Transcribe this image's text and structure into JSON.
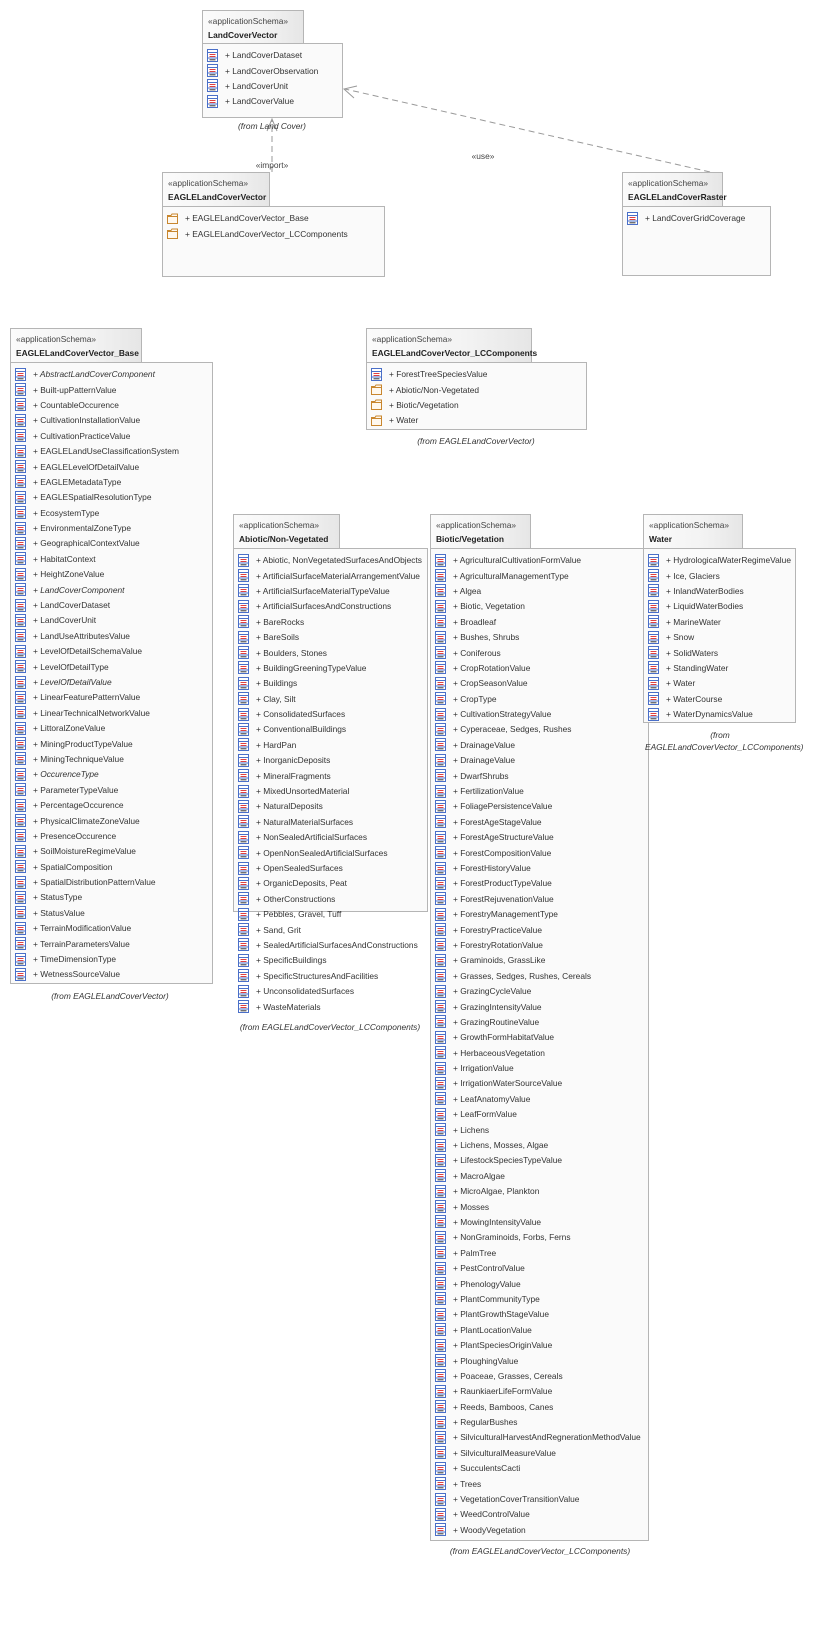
{
  "colors": {
    "border": "#b5b5b5",
    "class_icon": "#4a6fc8",
    "class_icon_lines": "#e04040",
    "folder_icon": "#c8862e",
    "connector": "#999999"
  },
  "connectors": {
    "import_label": "«import»",
    "use_label": "«use»"
  },
  "packages": [
    {
      "id": "landcovervector",
      "stereotype": "«applicationSchema»",
      "name": "LandCoverVector",
      "from": "(from Land Cover)",
      "items": [
        {
          "text": "+ LandCoverDataset",
          "icon": "class-icon"
        },
        {
          "text": "+ LandCoverObservation",
          "icon": "class-icon"
        },
        {
          "text": "+ LandCoverUnit",
          "icon": "class-icon"
        },
        {
          "text": "+ LandCoverValue",
          "icon": "class-icon"
        }
      ]
    },
    {
      "id": "eaglelandcovervector",
      "stereotype": "«applicationSchema»",
      "name": "EAGLELandCoverVector",
      "from": "",
      "items": [
        {
          "text": "+ EAGLELandCoverVector_Base",
          "icon": "folder-icon"
        },
        {
          "text": "+ EAGLELandCoverVector_LCComponents",
          "icon": "folder-icon"
        }
      ]
    },
    {
      "id": "eaglelandcoverraster",
      "stereotype": "«applicationSchema»",
      "name": "EAGLELandCoverRaster",
      "from": "",
      "items": [
        {
          "text": "+ LandCoverGridCoverage",
          "icon": "class-icon"
        }
      ]
    },
    {
      "id": "base",
      "stereotype": "«applicationSchema»",
      "name": "EAGLELandCoverVector_Base",
      "from": "(from EAGLELandCoverVector)",
      "items": [
        {
          "text": "+ AbstractLandCoverComponent",
          "icon": "class-icon",
          "italic": true
        },
        {
          "text": "+ Built-upPatternValue",
          "icon": "class-icon"
        },
        {
          "text": "+ CountableOccurence",
          "icon": "class-icon"
        },
        {
          "text": "+ CultivationInstallationValue",
          "icon": "class-icon"
        },
        {
          "text": "+ CultivationPracticeValue",
          "icon": "class-icon"
        },
        {
          "text": "+ EAGLELandUseClassificationSystem",
          "icon": "class-icon"
        },
        {
          "text": "+ EAGLELevelOfDetailValue",
          "icon": "class-icon"
        },
        {
          "text": "+ EAGLEMetadataType",
          "icon": "class-icon"
        },
        {
          "text": "+ EAGLESpatialResolutionType",
          "icon": "class-icon"
        },
        {
          "text": "+ EcosystemType",
          "icon": "class-icon"
        },
        {
          "text": "+ EnvironmentalZoneType",
          "icon": "class-icon"
        },
        {
          "text": "+ GeographicalContextValue",
          "icon": "class-icon"
        },
        {
          "text": "+ HabitatContext",
          "icon": "class-icon"
        },
        {
          "text": "+ HeightZoneValue",
          "icon": "class-icon"
        },
        {
          "text": "+ LandCoverComponent",
          "icon": "class-icon",
          "italic": true
        },
        {
          "text": "+ LandCoverDataset",
          "icon": "class-icon"
        },
        {
          "text": "+ LandCoverUnit",
          "icon": "class-icon"
        },
        {
          "text": "+ LandUseAttributesValue",
          "icon": "class-icon"
        },
        {
          "text": "+ LevelOfDetailSchemaValue",
          "icon": "class-icon"
        },
        {
          "text": "+ LevelOfDetailType",
          "icon": "class-icon"
        },
        {
          "text": "+ LevelOfDetailValue",
          "icon": "class-icon",
          "italic": true
        },
        {
          "text": "+ LinearFeaturePatternValue",
          "icon": "class-icon"
        },
        {
          "text": "+ LinearTechnicalNetworkValue",
          "icon": "class-icon"
        },
        {
          "text": "+ LittoralZoneValue",
          "icon": "class-icon"
        },
        {
          "text": "+ MiningProductTypeValue",
          "icon": "class-icon"
        },
        {
          "text": "+ MiningTechniqueValue",
          "icon": "class-icon"
        },
        {
          "text": "+ OccurenceType",
          "icon": "class-icon",
          "italic": true
        },
        {
          "text": "+ ParameterTypeValue",
          "icon": "class-icon"
        },
        {
          "text": "+ PercentageOccurence",
          "icon": "class-icon"
        },
        {
          "text": "+ PhysicalClimateZoneValue",
          "icon": "class-icon"
        },
        {
          "text": "+ PresenceOccurence",
          "icon": "class-icon"
        },
        {
          "text": "+ SoilMoistureRegimeValue",
          "icon": "class-icon"
        },
        {
          "text": "+ SpatialComposition",
          "icon": "class-icon"
        },
        {
          "text": "+ SpatialDistributionPatternValue",
          "icon": "class-icon"
        },
        {
          "text": "+ StatusType",
          "icon": "class-icon"
        },
        {
          "text": "+ StatusValue",
          "icon": "class-icon"
        },
        {
          "text": "+ TerrainModificationValue",
          "icon": "class-icon"
        },
        {
          "text": "+ TerrainParametersValue",
          "icon": "class-icon"
        },
        {
          "text": "+ TimeDimensionType",
          "icon": "class-icon"
        },
        {
          "text": "+ WetnessSourceValue",
          "icon": "class-icon"
        }
      ]
    },
    {
      "id": "lccomponents",
      "stereotype": "«applicationSchema»",
      "name": "EAGLELandCoverVector_LCComponents",
      "from": "(from EAGLELandCoverVector)",
      "items": [
        {
          "text": "+ ForestTreeSpeciesValue",
          "icon": "class-icon"
        },
        {
          "text": "+ Abiotic/Non-Vegetated",
          "icon": "folder-icon"
        },
        {
          "text": "+ Biotic/Vegetation",
          "icon": "folder-icon"
        },
        {
          "text": "+ Water",
          "icon": "folder-icon"
        }
      ]
    },
    {
      "id": "abiotic",
      "stereotype": "«applicationSchema»",
      "name": "Abiotic/Non-Vegetated",
      "from": "(from EAGLELandCoverVector_LCComponents)",
      "items": [
        {
          "text": "+ Abiotic, NonVegetatedSurfacesAndObjects",
          "icon": "class-icon"
        },
        {
          "text": "+ ArtificialSurfaceMaterialArrangementValue",
          "icon": "class-icon"
        },
        {
          "text": "+ ArtificialSurfaceMaterialTypeValue",
          "icon": "class-icon"
        },
        {
          "text": "+ ArtificialSurfacesAndConstructions",
          "icon": "class-icon"
        },
        {
          "text": "+ BareRocks",
          "icon": "class-icon"
        },
        {
          "text": "+ BareSoils",
          "icon": "class-icon"
        },
        {
          "text": "+ Boulders, Stones",
          "icon": "class-icon"
        },
        {
          "text": "+ BuildingGreeningTypeValue",
          "icon": "class-icon"
        },
        {
          "text": "+ Buildings",
          "icon": "class-icon"
        },
        {
          "text": "+ Clay, Silt",
          "icon": "class-icon"
        },
        {
          "text": "+ ConsolidatedSurfaces",
          "icon": "class-icon"
        },
        {
          "text": "+ ConventionalBuildings",
          "icon": "class-icon"
        },
        {
          "text": "+ HardPan",
          "icon": "class-icon"
        },
        {
          "text": "+ InorganicDeposits",
          "icon": "class-icon"
        },
        {
          "text": "+ MineralFragments",
          "icon": "class-icon"
        },
        {
          "text": "+ MixedUnsortedMaterial",
          "icon": "class-icon"
        },
        {
          "text": "+ NaturalDeposits",
          "icon": "class-icon"
        },
        {
          "text": "+ NaturalMaterialSurfaces",
          "icon": "class-icon"
        },
        {
          "text": "+ NonSealedArtificialSurfaces",
          "icon": "class-icon"
        },
        {
          "text": "+ OpenNonSealedArtificialSurfaces",
          "icon": "class-icon"
        },
        {
          "text": "+ OpenSealedSurfaces",
          "icon": "class-icon"
        },
        {
          "text": "+ OrganicDeposits, Peat",
          "icon": "class-icon"
        },
        {
          "text": "+ OtherConstructions",
          "icon": "class-icon"
        },
        {
          "text": "+ Pebbles, Gravel, Tuff",
          "icon": "class-icon"
        },
        {
          "text": "+ Sand, Grit",
          "icon": "class-icon"
        },
        {
          "text": "+ SealedArtificialSurfacesAndConstructions",
          "icon": "class-icon"
        },
        {
          "text": "+ SpecificBuildings",
          "icon": "class-icon"
        },
        {
          "text": "+ SpecificStructuresAndFacilities",
          "icon": "class-icon"
        },
        {
          "text": "+ UnconsolidatedSurfaces",
          "icon": "class-icon"
        },
        {
          "text": "+ WasteMaterials",
          "icon": "class-icon"
        }
      ]
    },
    {
      "id": "biotic",
      "stereotype": "«applicationSchema»",
      "name": "Biotic/Vegetation",
      "from": "(from EAGLELandCoverVector_LCComponents)",
      "items": [
        {
          "text": "+ AgriculturalCultivationFormValue",
          "icon": "class-icon"
        },
        {
          "text": "+ AgriculturalManagementType",
          "icon": "class-icon"
        },
        {
          "text": "+ Algea",
          "icon": "class-icon"
        },
        {
          "text": "+ Biotic, Vegetation",
          "icon": "class-icon"
        },
        {
          "text": "+ Broadleaf",
          "icon": "class-icon"
        },
        {
          "text": "+ Bushes, Shrubs",
          "icon": "class-icon"
        },
        {
          "text": "+ Coniferous",
          "icon": "class-icon"
        },
        {
          "text": "+ CropRotationValue",
          "icon": "class-icon"
        },
        {
          "text": "+ CropSeasonValue",
          "icon": "class-icon"
        },
        {
          "text": "+ CropType",
          "icon": "class-icon"
        },
        {
          "text": "+ CultivationStrategyValue",
          "icon": "class-icon"
        },
        {
          "text": "+ Cyperaceae, Sedges, Rushes",
          "icon": "class-icon"
        },
        {
          "text": "+ DrainageValue",
          "icon": "class-icon"
        },
        {
          "text": "+ DrainageValue",
          "icon": "class-icon"
        },
        {
          "text": "+ DwarfShrubs",
          "icon": "class-icon"
        },
        {
          "text": "+ FertilizationValue",
          "icon": "class-icon"
        },
        {
          "text": "+ FoliagePersistenceValue",
          "icon": "class-icon"
        },
        {
          "text": "+ ForestAgeStageValue",
          "icon": "class-icon"
        },
        {
          "text": "+ ForestAgeStructureValue",
          "icon": "class-icon"
        },
        {
          "text": "+ ForestCompositionValue",
          "icon": "class-icon"
        },
        {
          "text": "+ ForestHistoryValue",
          "icon": "class-icon"
        },
        {
          "text": "+ ForestProductTypeValue",
          "icon": "class-icon"
        },
        {
          "text": "+ ForestRejuvenationValue",
          "icon": "class-icon"
        },
        {
          "text": "+ ForestryManagementType",
          "icon": "class-icon"
        },
        {
          "text": "+ ForestryPracticeValue",
          "icon": "class-icon"
        },
        {
          "text": "+ ForestryRotationValue",
          "icon": "class-icon"
        },
        {
          "text": "+ Graminoids, GrassLike",
          "icon": "class-icon"
        },
        {
          "text": "+ Grasses, Sedges, Rushes, Cereals",
          "icon": "class-icon"
        },
        {
          "text": "+ GrazingCycleValue",
          "icon": "class-icon"
        },
        {
          "text": "+ GrazingIntensityValue",
          "icon": "class-icon"
        },
        {
          "text": "+ GrazingRoutineValue",
          "icon": "class-icon"
        },
        {
          "text": "+ GrowthFormHabitatValue",
          "icon": "class-icon"
        },
        {
          "text": "+ HerbaceousVegetation",
          "icon": "class-icon"
        },
        {
          "text": "+ IrrigationValue",
          "icon": "class-icon"
        },
        {
          "text": "+ IrrigationWaterSourceValue",
          "icon": "class-icon"
        },
        {
          "text": "+ LeafAnatomyValue",
          "icon": "class-icon"
        },
        {
          "text": "+ LeafFormValue",
          "icon": "class-icon"
        },
        {
          "text": "+ Lichens",
          "icon": "class-icon"
        },
        {
          "text": "+ Lichens, Mosses, Algae",
          "icon": "class-icon"
        },
        {
          "text": "+ LifestockSpeciesTypeValue",
          "icon": "class-icon"
        },
        {
          "text": "+ MacroAlgae",
          "icon": "class-icon"
        },
        {
          "text": "+ MicroAlgae, Plankton",
          "icon": "class-icon"
        },
        {
          "text": "+ Mosses",
          "icon": "class-icon"
        },
        {
          "text": "+ MowingIntensityValue",
          "icon": "class-icon"
        },
        {
          "text": "+ NonGraminoids, Forbs, Ferns",
          "icon": "class-icon"
        },
        {
          "text": "+ PalmTree",
          "icon": "class-icon"
        },
        {
          "text": "+ PestControlValue",
          "icon": "class-icon"
        },
        {
          "text": "+ PhenologyValue",
          "icon": "class-icon"
        },
        {
          "text": "+ PlantCommunityType",
          "icon": "class-icon"
        },
        {
          "text": "+ PlantGrowthStageValue",
          "icon": "class-icon"
        },
        {
          "text": "+ PlantLocationValue",
          "icon": "class-icon"
        },
        {
          "text": "+ PlantSpeciesOriginValue",
          "icon": "class-icon"
        },
        {
          "text": "+ PloughingValue",
          "icon": "class-icon"
        },
        {
          "text": "+ Poaceae, Grasses, Cereals",
          "icon": "class-icon"
        },
        {
          "text": "+ RaunkiaerLifeFormValue",
          "icon": "class-icon"
        },
        {
          "text": "+ Reeds, Bamboos, Canes",
          "icon": "class-icon"
        },
        {
          "text": "+ RegularBushes",
          "icon": "class-icon"
        },
        {
          "text": "+ SilviculturalHarvestAndRegnerationMethodValue",
          "icon": "class-icon"
        },
        {
          "text": "+ SilviculturalMeasureValue",
          "icon": "class-icon"
        },
        {
          "text": "+ SucculentsCacti",
          "icon": "class-icon"
        },
        {
          "text": "+ Trees",
          "icon": "class-icon"
        },
        {
          "text": "+ VegetationCoverTransitionValue",
          "icon": "class-icon"
        },
        {
          "text": "+ WeedControlValue",
          "icon": "class-icon"
        },
        {
          "text": "+ WoodyVegetation",
          "icon": "class-icon"
        }
      ]
    },
    {
      "id": "water",
      "stereotype": "«applicationSchema»",
      "name": "Water",
      "from": "(from EAGLELandCoverVector_LCComponents)",
      "items": [
        {
          "text": "+ HydrologicalWaterRegimeValue",
          "icon": "class-icon"
        },
        {
          "text": "+ Ice, Glaciers",
          "icon": "class-icon"
        },
        {
          "text": "+ InlandWaterBodies",
          "icon": "class-icon"
        },
        {
          "text": "+ LiquidWaterBodies",
          "icon": "class-icon"
        },
        {
          "text": "+ MarineWater",
          "icon": "class-icon"
        },
        {
          "text": "+ Snow",
          "icon": "class-icon"
        },
        {
          "text": "+ SolidWaters",
          "icon": "class-icon"
        },
        {
          "text": "+ StandingWater",
          "icon": "class-icon"
        },
        {
          "text": "+ Water",
          "icon": "class-icon"
        },
        {
          "text": "+ WaterCourse",
          "icon": "class-icon"
        },
        {
          "text": "+ WaterDynamicsValue",
          "icon": "class-icon"
        }
      ]
    }
  ]
}
